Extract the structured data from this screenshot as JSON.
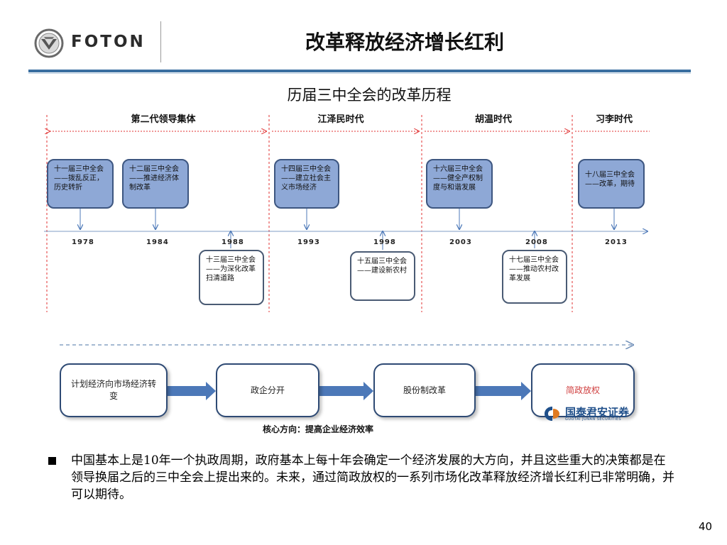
{
  "header": {
    "brand": "FOTON",
    "title": "改革释放经济增长红利"
  },
  "timeline_title": "历届三中全会的改革历程",
  "eras": [
    {
      "label": "第二代领导集体"
    },
    {
      "label": "江泽民时代"
    },
    {
      "label": "胡温时代"
    },
    {
      "label": "习李时代"
    }
  ],
  "years": [
    "1978",
    "1984",
    "1988",
    "1993",
    "1998",
    "2003",
    "2008",
    "2013"
  ],
  "events_up": [
    {
      "text": "十一届三中全会——拨乱反正，历史转折"
    },
    {
      "text": "十二届三中全会——推进经济体制改革"
    },
    {
      "text": "十四届三中全会——建立社会主义市场经济"
    },
    {
      "text": "十六届三中全会——健全产权制度与和谐发展"
    },
    {
      "text": "十八届三中全会——改革，期待"
    }
  ],
  "events_down": [
    {
      "text": "十三届三中全会——为深化改革扫清道路"
    },
    {
      "text": "十五届三中全会——建设新农村"
    },
    {
      "text": "十七届三中全会——推动农村改革发展"
    }
  ],
  "core_direction": "核心方向：提高企业经济效率",
  "flow": [
    {
      "text": "计划经济向市场经济转变",
      "color": "#222222"
    },
    {
      "text": "政企分开",
      "color": "#222222"
    },
    {
      "text": "股份制改革",
      "color": "#222222"
    },
    {
      "text": "简政放权",
      "color": "#d04040"
    }
  ],
  "watermark": {
    "name": "国泰君安证券",
    "sub": "GUOTAI JUNAN SECURITIES"
  },
  "bullet": "中国基本上是10年一个执政周期，政府基本上每十年会确定一个经济发展的大方向，并且这些重大的决策都是在领导换届之后的三中全会上提出来的。未来，通过简政放权的一系列市场化改革释放经济增长红利已非常明确，并可以期待。",
  "page_number": "40",
  "colors": {
    "accent": "#3a6fa0",
    "event_fill": "#8ea8d6",
    "box_border": "#2e4a74",
    "divider": "#e03030",
    "arrow": "#4c78b8"
  }
}
